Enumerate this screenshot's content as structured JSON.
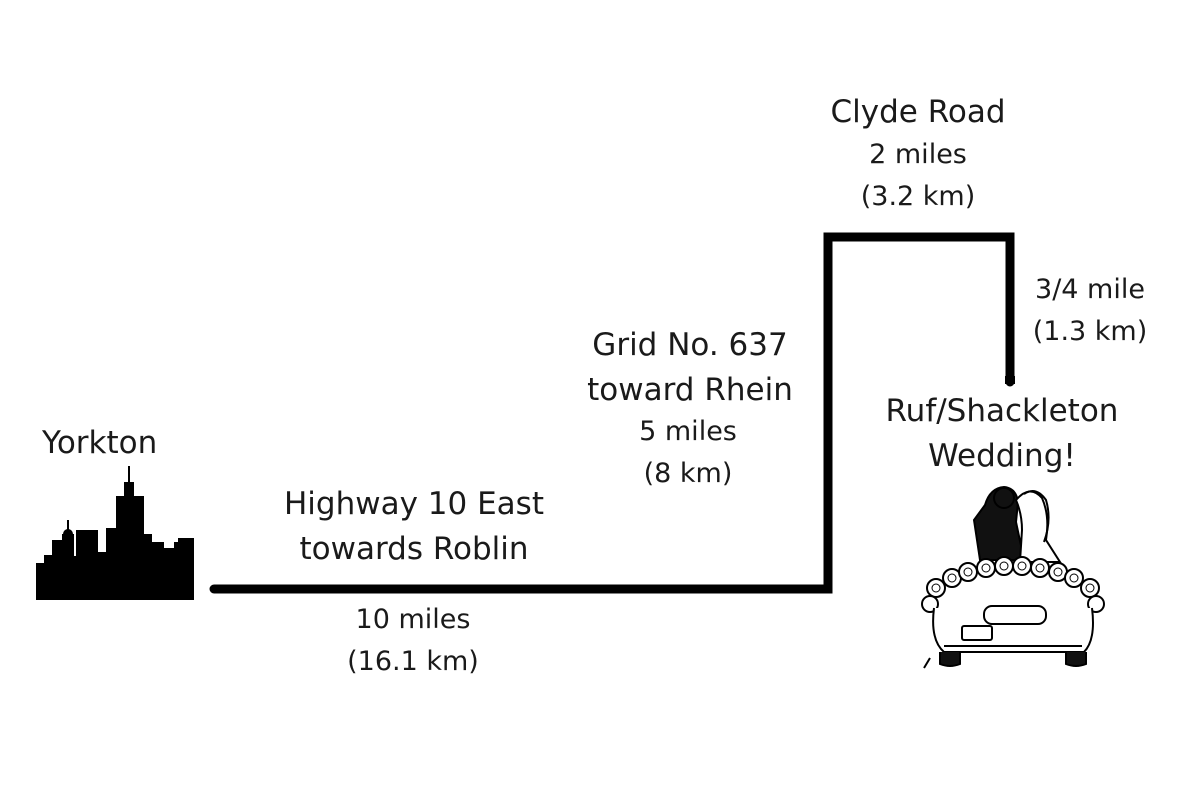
{
  "map": {
    "origin": {
      "name": "Yorkton",
      "icon": "city-skyline-icon"
    },
    "destination": {
      "line1": "Ruf/Shackleton",
      "line2": "Wedding!",
      "icon": "wedding-car-icon"
    },
    "legs": [
      {
        "road_line1": "Highway 10 East",
        "road_line2": "towards Roblin",
        "distance_mi": "10 miles",
        "distance_km": "(16.1 km)"
      },
      {
        "road_line1": "Grid No. 637",
        "road_line2": "toward Rhein",
        "distance_mi": "5 miles",
        "distance_km": "(8 km)"
      },
      {
        "road_line1": "Clyde Road",
        "distance_mi": "2 miles",
        "distance_km": "(3.2 km)"
      },
      {
        "distance_mi": "3/4 mile",
        "distance_km": "(1.3 km)"
      }
    ],
    "colors": {
      "route": "#000000",
      "text": "#1a1a1a"
    }
  }
}
